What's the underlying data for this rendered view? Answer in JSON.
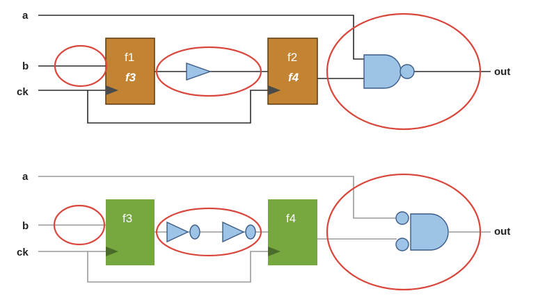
{
  "top": {
    "inputs": {
      "a": "a",
      "b": "b",
      "ck": "ck"
    },
    "output": "out",
    "ff1": {
      "name": "f1",
      "alias": "f3"
    },
    "ff2": {
      "name": "f2",
      "alias": "f4"
    },
    "colors": {
      "flipflop": "#c28432",
      "flipflop_border": "#5a3a12",
      "wire": "#2a2a2a"
    }
  },
  "bottom": {
    "inputs": {
      "a": "a",
      "b": "b",
      "ck": "ck"
    },
    "output": "out",
    "ff1": {
      "name": "f3"
    },
    "ff2": {
      "name": "f4"
    },
    "colors": {
      "flipflop": "#76a83f",
      "wire": "#9a9a9a"
    }
  },
  "colors": {
    "highlight_ring": "#d9463b",
    "gate_fill": "#9dc3e6",
    "gate_stroke": "#3b5b86"
  }
}
